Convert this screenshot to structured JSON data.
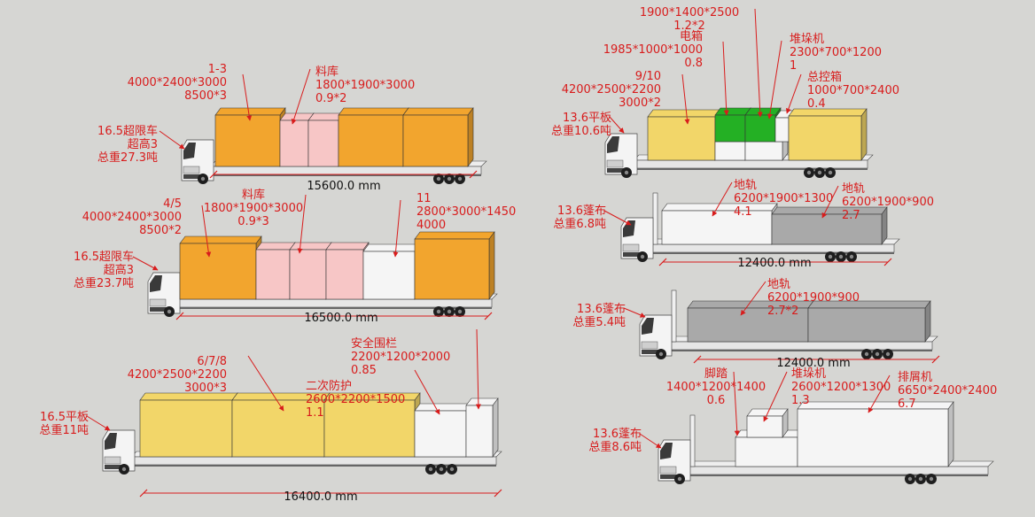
{
  "colors": {
    "background": "#d6d6d3",
    "annotation": "#d81c1c",
    "orange": "#f2a52e",
    "pink": "#f7c6c6",
    "yellow": "#f2d669",
    "white": "#f5f5f5",
    "green": "#24b024",
    "gray": "#a9a9a9"
  },
  "trucks": [
    {
      "id": "t1",
      "tag": [
        "16.5超限车",
        "超高3",
        "总重27.3吨"
      ],
      "dimension": "15600.0 mm",
      "annotations": [
        [
          "1-3",
          "4000*2400*3000",
          "8500*3"
        ],
        [
          "料库",
          "1800*1900*3000",
          "0.9*2"
        ]
      ]
    },
    {
      "id": "t2",
      "tag": [
        "16.5超限车",
        "超高3",
        "总重23.7吨"
      ],
      "dimension": "16500.0 mm",
      "annotations": [
        [
          "4/5",
          "4000*2400*3000",
          "8500*2"
        ],
        [
          "料库",
          "1800*1900*3000",
          "0.9*3"
        ],
        [
          "11",
          "2800*3000*1450",
          "4000"
        ]
      ]
    },
    {
      "id": "t3",
      "tag": [
        "16.5平板",
        "总重11吨"
      ],
      "dimension": "16400.0 mm",
      "annotations": [
        [
          "6/7/8",
          "4200*2500*2200",
          "3000*3"
        ],
        [
          "安全围栏",
          "2200*1200*2000",
          "0.85"
        ],
        [
          "二次防护",
          "2600*2200*1500",
          "1.1"
        ]
      ]
    },
    {
      "id": "t4",
      "tag": [
        "13.6平板",
        "总重10.6吨"
      ],
      "dimension": "",
      "annotations": [
        [
          "1900*1400*2500",
          "1.2*2"
        ],
        [
          "电箱",
          "1985*1000*1000",
          "0.8"
        ],
        [
          "9/10",
          "4200*2500*2200",
          "3000*2"
        ],
        [
          "堆垛机",
          "2300*700*1200",
          "1"
        ],
        [
          "总控箱",
          "1000*700*2400",
          "0.4"
        ]
      ]
    },
    {
      "id": "t5",
      "tag": [
        "13.6蓬布",
        "总重6.8吨"
      ],
      "dimension": "12400.0 mm",
      "annotations": [
        [
          "地轨",
          "6200*1900*1300",
          "4.1"
        ],
        [
          "地轨",
          "6200*1900*900",
          "2.7"
        ]
      ]
    },
    {
      "id": "t6",
      "tag": [
        "13.6蓬布",
        "总重5.4吨"
      ],
      "dimension": "12400.0 mm",
      "annotations": [
        [
          "地轨",
          "6200*1900*900",
          "2.7*2"
        ]
      ]
    },
    {
      "id": "t7",
      "tag": [
        "13.6蓬布",
        "总重8.6吨"
      ],
      "dimension": "",
      "annotations": [
        [
          "脚踏",
          "1400*1200*1400",
          "0.6"
        ],
        [
          "堆垛机",
          "2600*1200*1300",
          "1.3"
        ],
        [
          "排屑机",
          "6650*2400*2400",
          "6.7"
        ]
      ]
    }
  ]
}
